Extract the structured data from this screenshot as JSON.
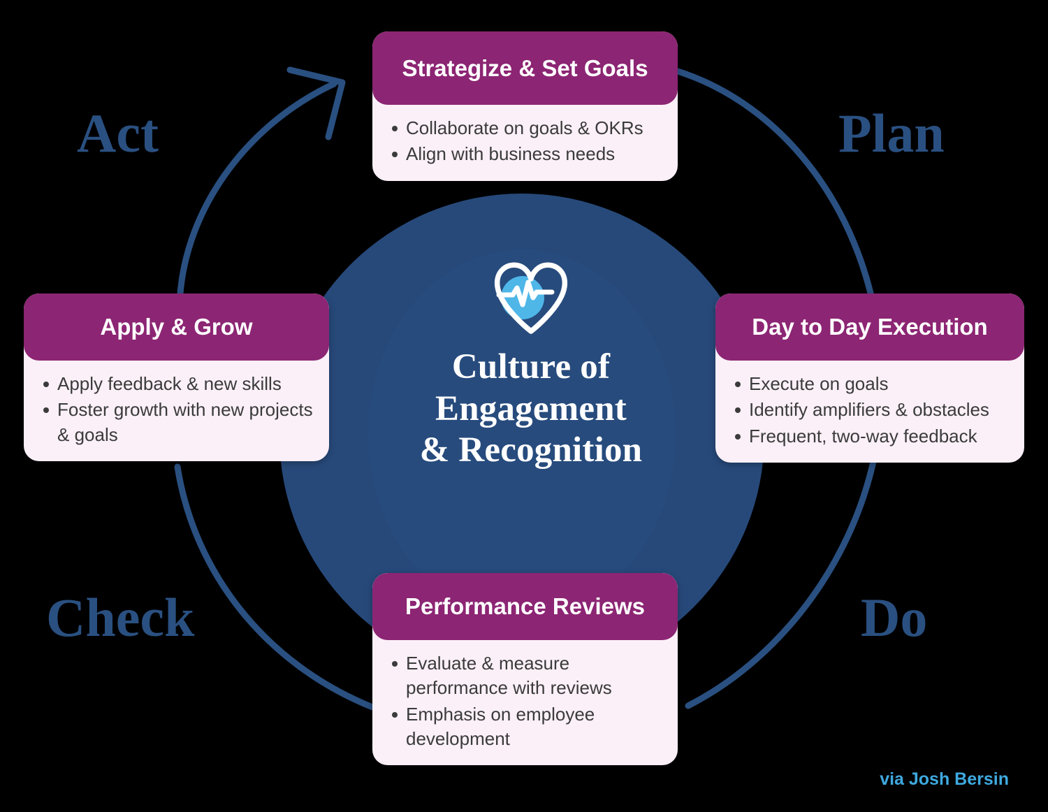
{
  "center": {
    "icon": "heart-pulse-icon",
    "title": "Culture of\nEngagement\n& Recognition",
    "circle_color": "#27497A",
    "heart_outline_color": "#FFFFFF",
    "heart_accent_color": "#4FB6E8"
  },
  "cycle": {
    "arc_color": "#2A5081",
    "arrow_name": "cycle-arrow"
  },
  "quadrants": [
    {
      "id": "act",
      "label": "Act"
    },
    {
      "id": "plan",
      "label": "Plan"
    },
    {
      "id": "check",
      "label": "Check"
    },
    {
      "id": "do",
      "label": "Do"
    }
  ],
  "colors": {
    "purple": "#8C2573",
    "card_body": "#FBF0F8",
    "navy": "#27497A",
    "label_blue": "#2A5081",
    "attribution_blue": "#3FA9E0",
    "body_text": "#3B3B3B"
  },
  "cards": [
    {
      "id": "strategize",
      "title": "Strategize & Set Goals",
      "bullets": [
        "Collaborate on goals & OKRs",
        "Align with business needs"
      ]
    },
    {
      "id": "apply",
      "title": "Apply & Grow",
      "bullets": [
        "Apply feedback & new skills",
        "Foster growth with new projects & goals"
      ]
    },
    {
      "id": "dayday",
      "title": "Day to Day Execution",
      "bullets": [
        "Execute on goals",
        "Identify amplifiers & obstacles",
        "Frequent, two-way feedback"
      ]
    },
    {
      "id": "reviews",
      "title": "Performance Reviews",
      "bullets": [
        "Evaluate & measure performance with reviews",
        "Emphasis on employee development"
      ]
    }
  ],
  "attribution": "via Josh Bersin"
}
